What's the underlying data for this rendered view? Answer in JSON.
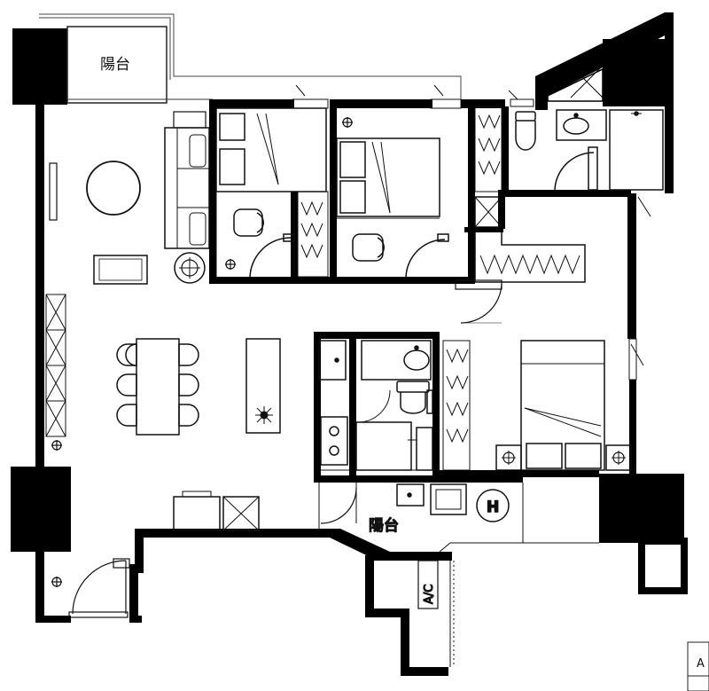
{
  "floorplan": {
    "labels": {
      "balcony_top": "陽台",
      "balcony_bottom": "陽台",
      "ac_unit": "A/C",
      "water_heater": "H",
      "corner_text": "A"
    },
    "colors": {
      "wall": "#000000",
      "line": "#1a1a1a",
      "light_line": "#555555",
      "background": "#ffffff"
    }
  }
}
